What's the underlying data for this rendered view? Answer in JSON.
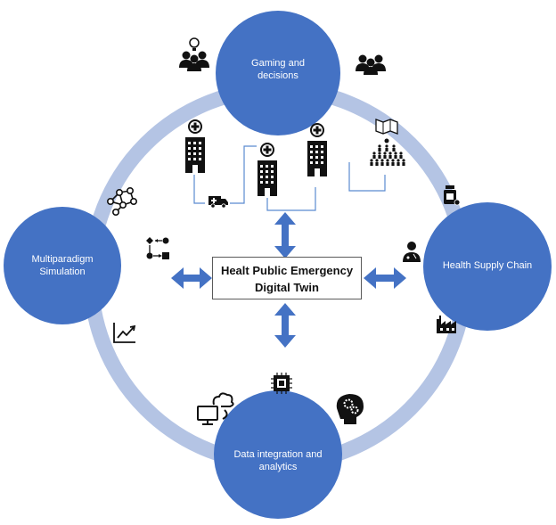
{
  "center": {
    "line1": "Healt Public Emergency",
    "line2": "Digital Twin"
  },
  "nodes": {
    "top": {
      "line1": "Gaming and",
      "line2": "decisions"
    },
    "left": {
      "line1": "Multiparadigm",
      "line2": "Simulation"
    },
    "right": {
      "line1": "Health Supply Chain"
    },
    "bottom": {
      "line1": "Data integration and",
      "line2": "analytics"
    }
  },
  "colors": {
    "node_fill": "#4472c4",
    "ring": "#b4c4e4",
    "arrow": "#4472c4",
    "icon": "#111111",
    "connector": "#5b8bd0"
  },
  "icons": [
    "people-idea-icon",
    "people-group-icon",
    "hospital-icon",
    "ambulance-icon",
    "map-crowd-icon",
    "medicine-bottle-icon",
    "doctor-icon",
    "factory-icon",
    "network-icon",
    "flowchart-icon",
    "line-chart-icon",
    "chip-icon",
    "cloud-computer-icon",
    "brain-gears-icon"
  ]
}
